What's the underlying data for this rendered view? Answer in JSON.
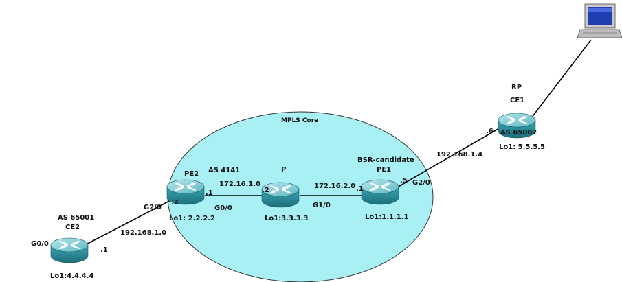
{
  "diagram": {
    "core_label": "MPLS Core",
    "links": [
      {
        "from": "CE2",
        "to": "PE2",
        "network": "192.168.1.0"
      },
      {
        "from": "PE2",
        "to": "P",
        "network": "172.16.1.0"
      },
      {
        "from": "P",
        "to": "PE1",
        "network": "172.16.2.0"
      },
      {
        "from": "PE1",
        "to": "CE1",
        "network": "192.168.1.4"
      },
      {
        "from": "CE1",
        "to": "Laptop",
        "network": ""
      }
    ],
    "nodes": {
      "ce2": {
        "name": "CE2",
        "as": "AS 65001",
        "loopback": "Lo1:4.4.4.4",
        "iface": "G0/0",
        "host_octet": ".1"
      },
      "pe2": {
        "name": "PE2",
        "as": "AS 4141",
        "loopback": "Lo1: 2.2.2.2",
        "iface_left": "G2/0",
        "octet_left": ".2",
        "octet_right": ".1",
        "iface_right": "G0/0"
      },
      "p": {
        "name": "P",
        "loopback": "Lo1:3.3.3.3",
        "octet_left": ".2",
        "iface_right": "G1/0"
      },
      "pe1": {
        "name": "PE1",
        "role": "BSR-candidate",
        "loopback": "Lo1:1.1.1.1",
        "octet_left": ".1",
        "octet_right": ".5",
        "iface_right": "G2/0"
      },
      "ce1": {
        "name": "CE1",
        "role": "RP",
        "as": "AS 65002",
        "loopback": "Lo1: 5.5.5.5",
        "octet_left": ".6"
      }
    },
    "colors": {
      "core_fill": "#a8f0f4",
      "router_body": "#2f9aa8",
      "router_top": "#8fd4dc",
      "line": "#000000"
    }
  }
}
